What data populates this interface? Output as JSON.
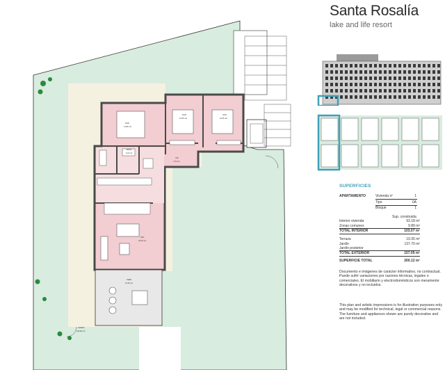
{
  "brand": {
    "name": "Santa Rosalía",
    "tagline": "lake and life resort"
  },
  "rooms": {
    "dorm1": {
      "name": "DOR",
      "area": "12.89 m2"
    },
    "dorm2": {
      "name": "DOR",
      "area": "10.65 m2"
    },
    "dorm3": {
      "name": "DOR",
      "area": "10.65 m2"
    },
    "bath1": {
      "name": "BAÑO",
      "area": "5.24 m2"
    },
    "hall": {
      "name": "CIR",
      "area": "7.70 m2"
    },
    "living": {
      "name": "SDC",
      "area": "32.33 m2"
    },
    "terrace": {
      "name": "TERR",
      "area": "19.35 m2"
    },
    "garden": {
      "name": "JARDIN",
      "area": "125.82 m2"
    }
  },
  "surfaces": {
    "title": "SUPERFICIES",
    "apartment_label": "APARTAMENTO",
    "fields": [
      {
        "label": "Vivienda nº",
        "value": "1"
      },
      {
        "label": "Tipo",
        "value": "0A"
      },
      {
        "label": "Bloque",
        "value": "1"
      }
    ],
    "built_header": "Sup. construida",
    "interior": [
      {
        "label": "Interior vivienda",
        "value": "93.18 m²"
      },
      {
        "label": "Zonas comunes",
        "value": "9.89 m²"
      }
    ],
    "total_interior": {
      "label": "TOTAL INTERIOR",
      "value": "103.07 m²"
    },
    "exterior": [
      {
        "label": "Terraza",
        "value": "19.35 m²"
      },
      {
        "label": "Jardín",
        "value": "137.70 m²"
      },
      {
        "label": "Jardín posterior",
        "value": ""
      }
    ],
    "total_exterior": {
      "label": "TOTAL EXTERIOR",
      "value": "157.05 m²"
    },
    "total": {
      "label": "SUPERFICIE TOTAL",
      "value": "260.12 m²"
    }
  },
  "disclaimer_es": "Documento e imágenes de carácter informativo, no contractual. Puede sufrir variaciones por razones técnicas, legales o comerciales. El mobiliario y electrodomésticos son meramente decorativos y no incluidos.",
  "disclaimer_en": "This plan and artistic impressions is for illustration purposes only and may be modified for technical, legal or commercial reasons. The furniture and appliances shown are purely decorative and are not included.",
  "colors": {
    "garden": "#d8ecdf",
    "rooms": "#f2cdd2",
    "terrace": "#e8e8e8",
    "accent": "#3ea0b8",
    "wall": "#4a4a4a"
  }
}
